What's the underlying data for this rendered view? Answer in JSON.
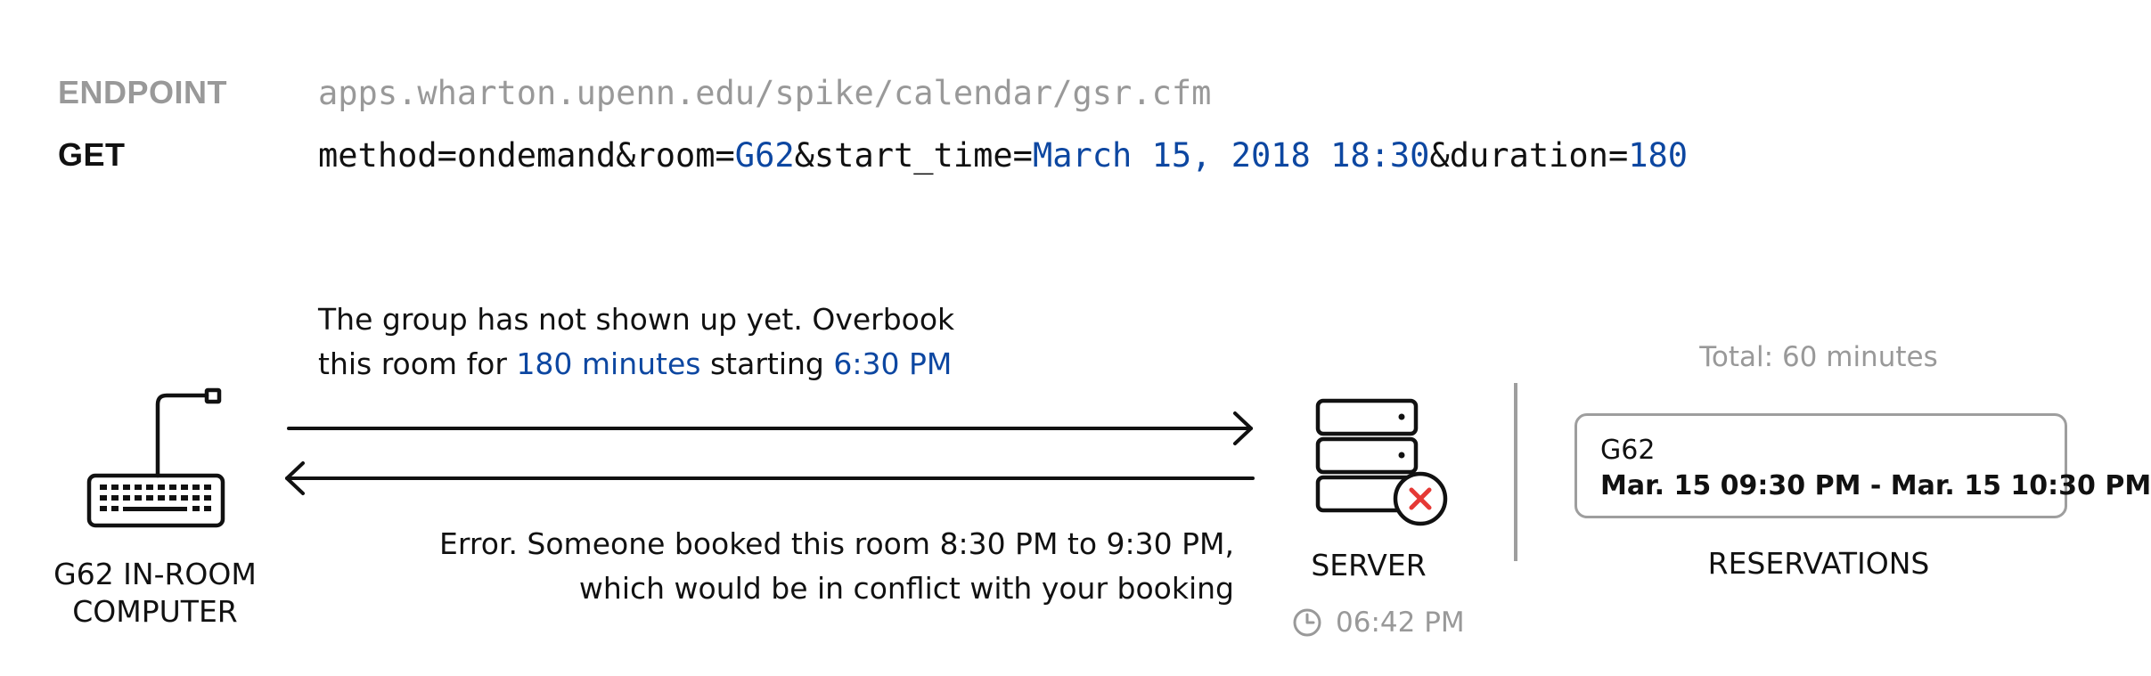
{
  "request": {
    "endpoint_label": "ENDPOINT",
    "endpoint_url": "apps.wharton.upenn.edu/spike/calendar/gsr.cfm",
    "method_label": "GET",
    "params": [
      {
        "text": "method=ondemand&room=",
        "highlight": false
      },
      {
        "text": "G62",
        "highlight": true
      },
      {
        "text": "&start_time=",
        "highlight": false
      },
      {
        "text": "March 15, 2018 18:30",
        "highlight": true
      },
      {
        "text": "&duration=",
        "highlight": false
      },
      {
        "text": "180",
        "highlight": true
      }
    ]
  },
  "outgoing_message": {
    "line1": "The group has not shown up yet. Overbook",
    "line2_prefix": "this room for ",
    "line2_duration": "180 minutes",
    "line2_mid": " starting ",
    "line2_time": "6:30 PM"
  },
  "error_message": {
    "line1": "Error. Someone booked this room 8:30 PM to 9:30 PM,",
    "line2": "which would be in conflict with your booking"
  },
  "client": {
    "label_line1": "G62 IN-ROOM",
    "label_line2": "COMPUTER",
    "icon": "keyboard-icon"
  },
  "server": {
    "label": "SERVER",
    "time": "06:42 PM",
    "icon": "server-icon",
    "status_icon": "error-x-icon",
    "clock_icon": "clock-icon"
  },
  "reservations": {
    "total": "Total: 60 minutes",
    "label": "RESERVATIONS",
    "items": [
      {
        "room": "G62",
        "time": "Mar. 15 09:30 PM - Mar. 15 10:30 PM"
      }
    ]
  },
  "colors": {
    "highlight": "#0d47a1",
    "muted": "#999999",
    "error": "#e53935",
    "text": "#111111"
  }
}
